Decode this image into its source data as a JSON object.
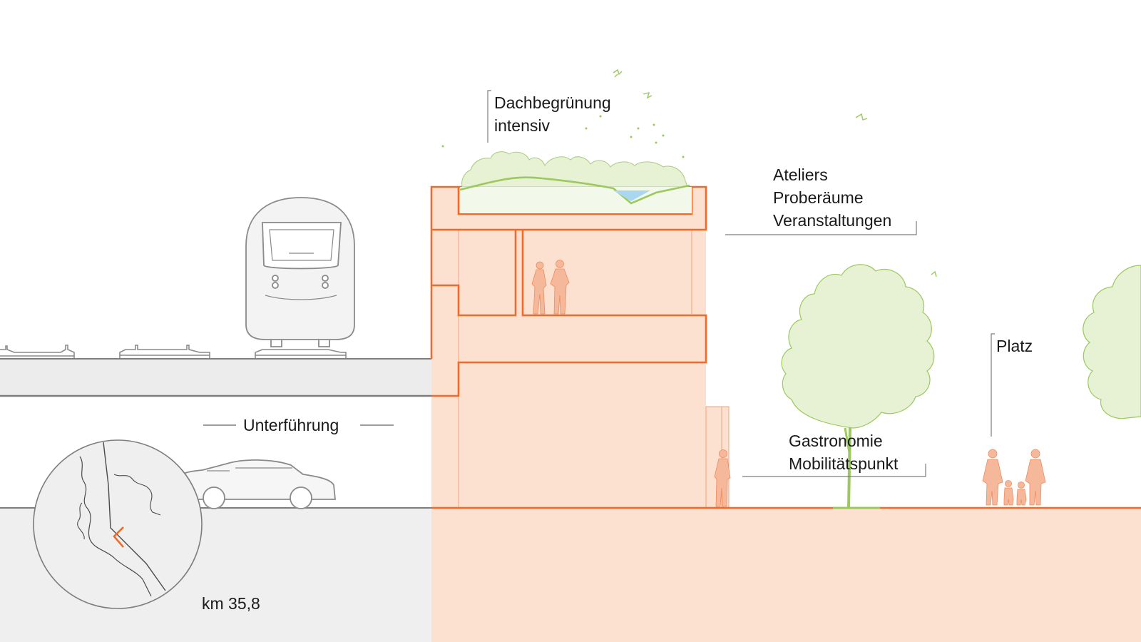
{
  "colors": {
    "building_fill": "#fde1d0",
    "building_outline": "#ef6a2b",
    "ground_grey": "#efefef",
    "line_grey": "#7d7d7d",
    "green_fill": "#e6f2d3",
    "green_line": "#9cc85e",
    "water": "#a9d7ef",
    "person": "#f6b89a",
    "text": "#1a1a1a"
  },
  "labels": {
    "roof_green": [
      "Dachbegrünung",
      "intensiv"
    ],
    "upper_uses": [
      "Ateliers",
      "Proberäume",
      "Veranstaltungen"
    ],
    "underpass": "Unterführung",
    "ground_uses": [
      "Gastronomie",
      "Mobilitätspunkt"
    ],
    "square": "Platz",
    "km_marker": "km 35,8"
  },
  "icons": [
    "train-icon",
    "car-icon",
    "tree-icon",
    "bird-icon",
    "person-icon",
    "locator-map-icon",
    "direction-arrow-icon"
  ]
}
